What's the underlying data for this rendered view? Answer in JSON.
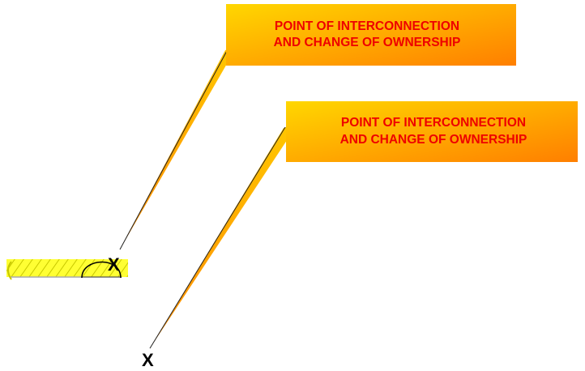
{
  "callouts": [
    {
      "line1": "POINT OF INTERCONNECTION",
      "line2": "AND CHANGE OF OWNERSHIP"
    },
    {
      "line1": "POINT OF INTERCONNECTION",
      "line2": "AND CHANGE OF OWNERSHIP"
    }
  ],
  "markers": [
    {
      "label": "X"
    },
    {
      "label": "X"
    }
  ],
  "colors": {
    "callout_gradient_start": "#ffd700",
    "callout_gradient_end": "#ff7f00",
    "callout_text": "#ee0000",
    "hatch_fill": "#ffff33",
    "marker_text": "#000000"
  }
}
